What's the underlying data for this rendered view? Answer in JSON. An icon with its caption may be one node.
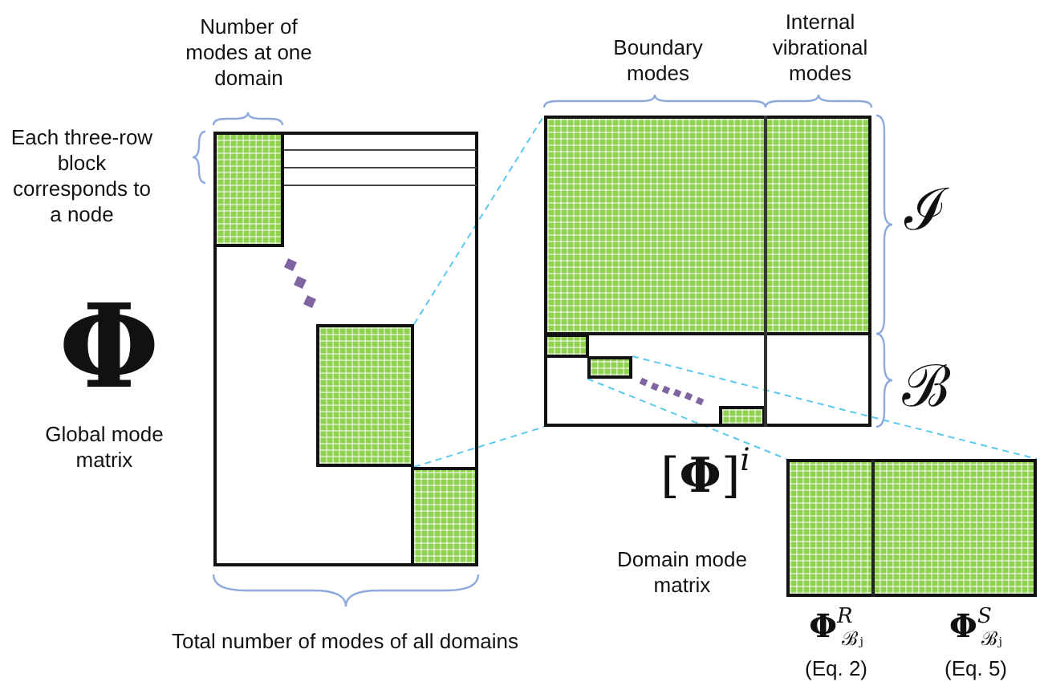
{
  "diagram": {
    "nodes": [
      {
        "text": [],
        "shape": "box"
      },
      {
        "text": [],
        "shape": "box",
        "in": 0
      },
      {
        "text": [],
        "shape": "box",
        "in": 0
      },
      {
        "text": [],
        "shape": "box",
        "in": 0
      },
      {
        "text": [],
        "shape": "box"
      },
      {
        "text": [],
        "shape": "box",
        "in": 4
      },
      {
        "text": [],
        "shape": "box",
        "in": 4
      },
      {
        "text": [],
        "shape": "box",
        "in": 4
      },
      {
        "text": [],
        "shape": "box",
        "in": 4
      },
      {
        "text": [],
        "shape": "box"
      }
    ],
    "edges": [
      {
        "from": 2,
        "to": 4,
        "arrow": "none",
        "style": "dashed"
      },
      {
        "from": 2,
        "to": 4,
        "arrow": "none",
        "style": "dashed"
      },
      {
        "from": 7,
        "to": 9,
        "arrow": "none",
        "style": "dashed"
      },
      {
        "from": 7,
        "to": 9,
        "arrow": "none",
        "style": "dashed"
      }
    ],
    "labels": [
      "Number of modes at one domain",
      "Each three-row block corresponds to a node",
      "Φ",
      "Global mode matrix",
      "Total number of modes of all domains",
      "Boundary modes",
      "Internal vibrational modes",
      "ℐ",
      "ℬ",
      "[**Φ**]$^{i}$",
      "Domain mode matrix",
      "**Φ**$^{R}$$_{ℬⱼ}$",
      "(Eq. 2)",
      "**Φ**$^{S}$$_{ℬⱼ}$",
      "(Eq. 5)"
    ]
  }
}
